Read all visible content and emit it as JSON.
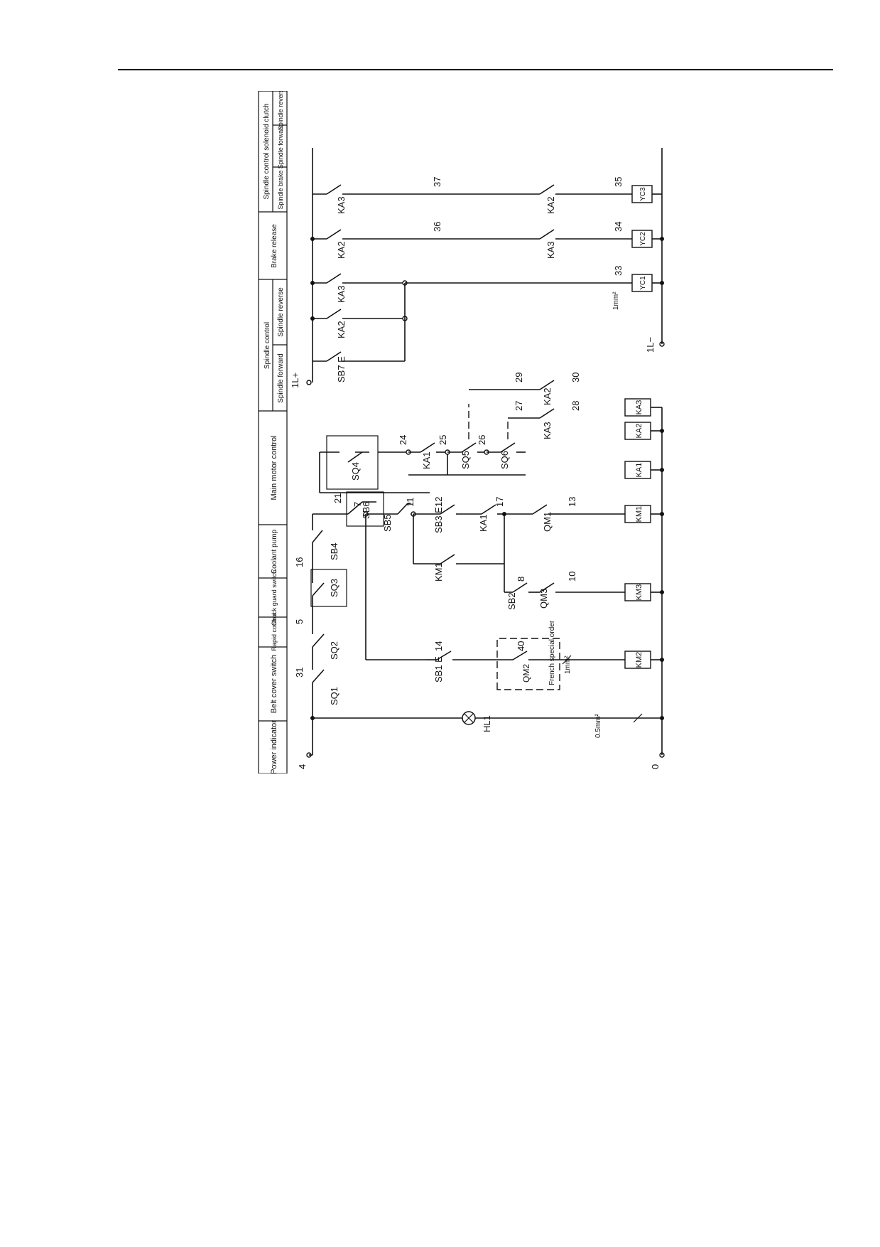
{
  "header_table": {
    "left_cells": [
      "Power indicator",
      "Belt cover switch",
      "Rapid control",
      "Chuck guard switch",
      "Coolant pump",
      "Main motor control"
    ],
    "spindle_control": {
      "title": "Spindle control",
      "cells": [
        "Spindle forward",
        "Spindle reverse"
      ]
    },
    "brake_release": "Brake release",
    "spindle_clutch": {
      "title": "Spindle control solenoid clutch",
      "cells": [
        "Spindle brake",
        "Spindle forward",
        "Spindle reverse"
      ]
    }
  },
  "terminals": {
    "t4": "4",
    "t0": "0",
    "t1lplus": "1L+",
    "t1lminus": "1L−"
  },
  "wire_sizes": {
    "ac": "0.5mm²",
    "km2": "1mm²",
    "dc": "1mm²"
  },
  "wire_numbers": [
    "31",
    "5",
    "16",
    "21",
    "7",
    "11",
    "12",
    "17",
    "8",
    "10",
    "14",
    "40",
    "13",
    "24",
    "25",
    "26",
    "27",
    "28",
    "29",
    "30",
    "33",
    "34",
    "35",
    "36",
    "37"
  ],
  "components": {
    "HL1": "HL1",
    "SQ1": "SQ1",
    "SQ2": "SQ2",
    "SQ3": "SQ3",
    "SB4": "SB4",
    "SB6": "SB6",
    "SB5": "SB5",
    "SB3": "SB3 E",
    "KA1_nc": "KA1",
    "QM1": "QM1",
    "KM1_contact": "KM1",
    "SB2": "SB2",
    "QM3": "QM3",
    "SB1": "SB1 E",
    "QM2": "QM2",
    "french": "French special order",
    "SQ4": "SQ4",
    "KA1_contact": "KA1",
    "SQ5": "SQ5",
    "SQ6": "SQ6",
    "KA3_cross": "KA3",
    "KA2_cross": "KA2",
    "SB7": "SB7 E",
    "KA2_brake": "KA2",
    "KA3_brake": "KA3",
    "KA2_fwd": "KA2",
    "KA3_fwd": "KA3",
    "KA3_rev": "KA3",
    "KA2_rev": "KA2"
  },
  "coils": [
    "KM2",
    "KM3",
    "KM1",
    "KA1",
    "KA2",
    "KA3",
    "YC1",
    "YC2",
    "YC3"
  ]
}
